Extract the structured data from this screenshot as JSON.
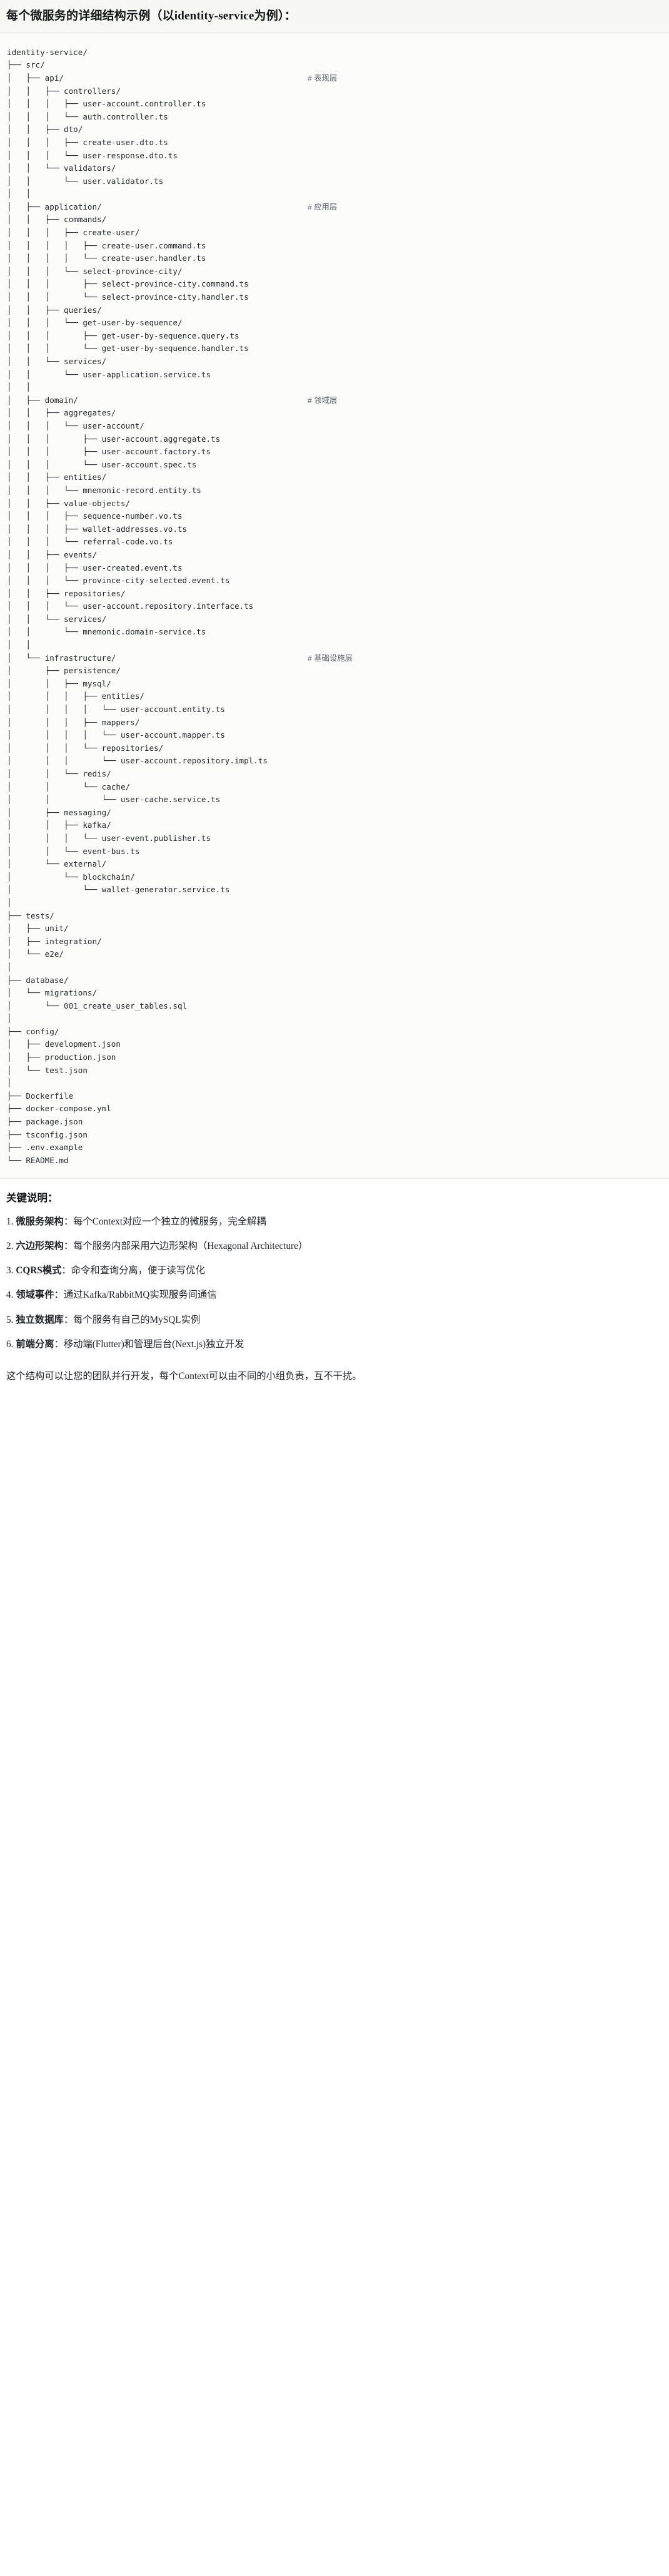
{
  "header": {
    "title": "每个微服务的详细结构示例（以identity-service为例）："
  },
  "tree": {
    "comment_prefix": "#",
    "lines": [
      {
        "text": "identity-service/",
        "comment": ""
      },
      {
        "text": "├── src/",
        "comment": ""
      },
      {
        "text": "│   ├── api/",
        "comment": "# 表现层"
      },
      {
        "text": "│   │   ├── controllers/",
        "comment": ""
      },
      {
        "text": "│   │   │   ├── user-account.controller.ts",
        "comment": ""
      },
      {
        "text": "│   │   │   └── auth.controller.ts",
        "comment": ""
      },
      {
        "text": "│   │   ├── dto/",
        "comment": ""
      },
      {
        "text": "│   │   │   ├── create-user.dto.ts",
        "comment": ""
      },
      {
        "text": "│   │   │   └── user-response.dto.ts",
        "comment": ""
      },
      {
        "text": "│   │   └── validators/",
        "comment": ""
      },
      {
        "text": "│   │       └── user.validator.ts",
        "comment": ""
      },
      {
        "text": "│   │",
        "comment": ""
      },
      {
        "text": "│   ├── application/",
        "comment": "# 应用层"
      },
      {
        "text": "│   │   ├── commands/",
        "comment": ""
      },
      {
        "text": "│   │   │   ├── create-user/",
        "comment": ""
      },
      {
        "text": "│   │   │   │   ├── create-user.command.ts",
        "comment": ""
      },
      {
        "text": "│   │   │   │   └── create-user.handler.ts",
        "comment": ""
      },
      {
        "text": "│   │   │   └── select-province-city/",
        "comment": ""
      },
      {
        "text": "│   │   │       ├── select-province-city.command.ts",
        "comment": ""
      },
      {
        "text": "│   │   │       └── select-province-city.handler.ts",
        "comment": ""
      },
      {
        "text": "│   │   ├── queries/",
        "comment": ""
      },
      {
        "text": "│   │   │   └── get-user-by-sequence/",
        "comment": ""
      },
      {
        "text": "│   │   │       ├── get-user-by-sequence.query.ts",
        "comment": ""
      },
      {
        "text": "│   │   │       └── get-user-by-sequence.handler.ts",
        "comment": ""
      },
      {
        "text": "│   │   └── services/",
        "comment": ""
      },
      {
        "text": "│   │       └── user-application.service.ts",
        "comment": ""
      },
      {
        "text": "│   │",
        "comment": ""
      },
      {
        "text": "│   ├── domain/",
        "comment": "# 领域层"
      },
      {
        "text": "│   │   ├── aggregates/",
        "comment": ""
      },
      {
        "text": "│   │   │   └── user-account/",
        "comment": ""
      },
      {
        "text": "│   │   │       ├── user-account.aggregate.ts",
        "comment": ""
      },
      {
        "text": "│   │   │       ├── user-account.factory.ts",
        "comment": ""
      },
      {
        "text": "│   │   │       └── user-account.spec.ts",
        "comment": ""
      },
      {
        "text": "│   │   ├── entities/",
        "comment": ""
      },
      {
        "text": "│   │   │   └── mnemonic-record.entity.ts",
        "comment": ""
      },
      {
        "text": "│   │   ├── value-objects/",
        "comment": ""
      },
      {
        "text": "│   │   │   ├── sequence-number.vo.ts",
        "comment": ""
      },
      {
        "text": "│   │   │   ├── wallet-addresses.vo.ts",
        "comment": ""
      },
      {
        "text": "│   │   │   └── referral-code.vo.ts",
        "comment": ""
      },
      {
        "text": "│   │   ├── events/",
        "comment": ""
      },
      {
        "text": "│   │   │   ├── user-created.event.ts",
        "comment": ""
      },
      {
        "text": "│   │   │   └── province-city-selected.event.ts",
        "comment": ""
      },
      {
        "text": "│   │   ├── repositories/",
        "comment": ""
      },
      {
        "text": "│   │   │   └── user-account.repository.interface.ts",
        "comment": ""
      },
      {
        "text": "│   │   └── services/",
        "comment": ""
      },
      {
        "text": "│   │       └── mnemonic.domain-service.ts",
        "comment": ""
      },
      {
        "text": "│   │",
        "comment": ""
      },
      {
        "text": "│   └── infrastructure/",
        "comment": "# 基础设施层"
      },
      {
        "text": "│       ├── persistence/",
        "comment": ""
      },
      {
        "text": "│       │   ├── mysql/",
        "comment": ""
      },
      {
        "text": "│       │   │   ├── entities/",
        "comment": ""
      },
      {
        "text": "│       │   │   │   └── user-account.entity.ts",
        "comment": ""
      },
      {
        "text": "│       │   │   ├── mappers/",
        "comment": ""
      },
      {
        "text": "│       │   │   │   └── user-account.mapper.ts",
        "comment": ""
      },
      {
        "text": "│       │   │   └── repositories/",
        "comment": ""
      },
      {
        "text": "│       │   │       └── user-account.repository.impl.ts",
        "comment": ""
      },
      {
        "text": "│       │   └── redis/",
        "comment": ""
      },
      {
        "text": "│       │       └── cache/",
        "comment": ""
      },
      {
        "text": "│       │           └── user-cache.service.ts",
        "comment": ""
      },
      {
        "text": "│       ├── messaging/",
        "comment": ""
      },
      {
        "text": "│       │   ├── kafka/",
        "comment": ""
      },
      {
        "text": "│       │   │   └── user-event.publisher.ts",
        "comment": ""
      },
      {
        "text": "│       │   └── event-bus.ts",
        "comment": ""
      },
      {
        "text": "│       └── external/",
        "comment": ""
      },
      {
        "text": "│           └── blockchain/",
        "comment": ""
      },
      {
        "text": "│               └── wallet-generator.service.ts",
        "comment": ""
      },
      {
        "text": "│",
        "comment": ""
      },
      {
        "text": "├── tests/",
        "comment": ""
      },
      {
        "text": "│   ├── unit/",
        "comment": ""
      },
      {
        "text": "│   ├── integration/",
        "comment": ""
      },
      {
        "text": "│   └── e2e/",
        "comment": ""
      },
      {
        "text": "│",
        "comment": ""
      },
      {
        "text": "├── database/",
        "comment": ""
      },
      {
        "text": "│   └── migrations/",
        "comment": ""
      },
      {
        "text": "│       └── 001_create_user_tables.sql",
        "comment": ""
      },
      {
        "text": "│",
        "comment": ""
      },
      {
        "text": "├── config/",
        "comment": ""
      },
      {
        "text": "│   ├── development.json",
        "comment": ""
      },
      {
        "text": "│   ├── production.json",
        "comment": ""
      },
      {
        "text": "│   └── test.json",
        "comment": ""
      },
      {
        "text": "│",
        "comment": ""
      },
      {
        "text": "├── Dockerfile",
        "comment": ""
      },
      {
        "text": "├── docker-compose.yml",
        "comment": ""
      },
      {
        "text": "├── package.json",
        "comment": ""
      },
      {
        "text": "├── tsconfig.json",
        "comment": ""
      },
      {
        "text": "├── .env.example",
        "comment": ""
      },
      {
        "text": "└── README.md",
        "comment": ""
      }
    ]
  },
  "notes": {
    "heading": "关键说明：",
    "items": [
      {
        "num": "1.",
        "term": "微服务架构",
        "body": "：每个Context对应一个独立的微服务，完全解耦"
      },
      {
        "num": "2.",
        "term": "六边形架构",
        "body": "：每个服务内部采用六边形架构（Hexagonal Architecture）"
      },
      {
        "num": "3.",
        "term": "CQRS模式",
        "body": "：命令和查询分离，便于读写优化"
      },
      {
        "num": "4.",
        "term": "领域事件",
        "body": "：通过Kafka/RabbitMQ实现服务间通信"
      },
      {
        "num": "5.",
        "term": "独立数据库",
        "body": "：每个服务有自己的MySQL实例"
      },
      {
        "num": "6.",
        "term": "前端分离",
        "body": "：移动端(Flutter)和管理后台(Next.js)独立开发"
      }
    ],
    "closing": "这个结构可以让您的团队并行开发，每个Context可以由不同的小组负责，互不干扰。"
  }
}
